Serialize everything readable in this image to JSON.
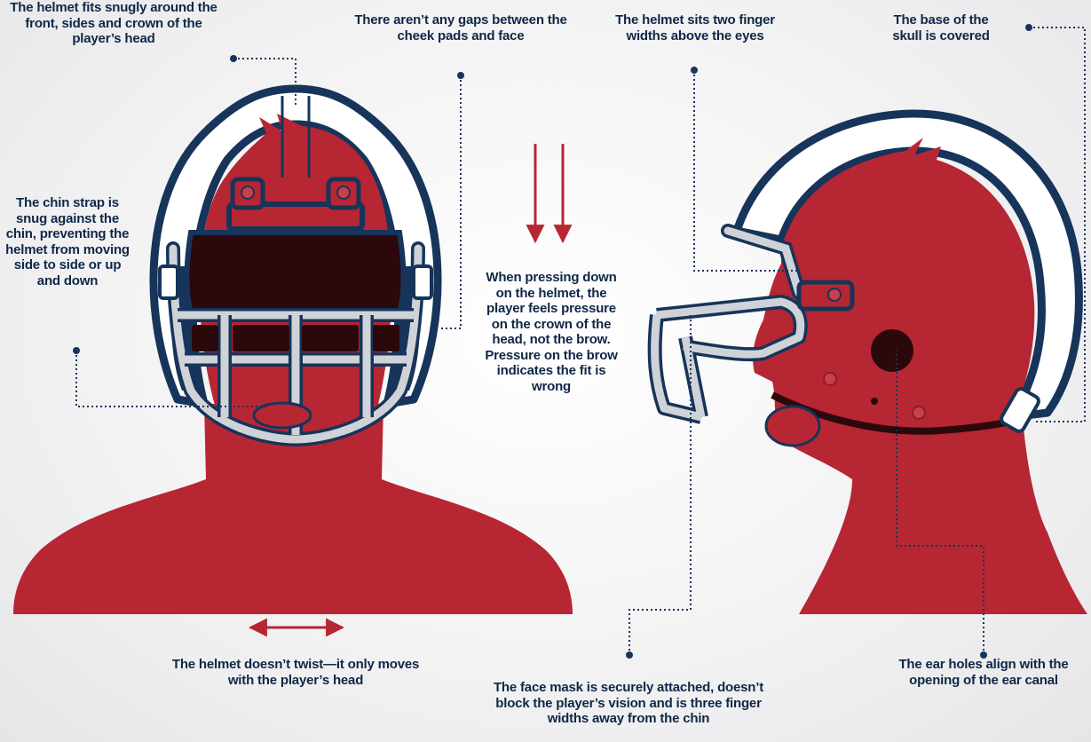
{
  "colors": {
    "head": "#b72633",
    "navy": "#17345a",
    "shell": "#ffffff",
    "mask": "#cfd3d8",
    "dark": "#2b080b",
    "text": "#0f2747"
  },
  "labels": {
    "fits_snugly": "The helmet fits snugly around the front, sides and crown of the player’s head",
    "no_gaps": "There aren’t any gaps between the cheek pads and face",
    "two_finger": "The helmet sits two finger widths above the eyes",
    "skull_base": "The base of the skull is covered",
    "chin_strap": "The chin strap is snug against the chin, preventing the helmet from moving side to side or up and down",
    "pressing": "When pressing down on the helmet, the player feels pressure on the crown of the head, not the brow. Pressure on the brow indicates the fit is wrong",
    "no_twist": "The helmet doesn’t twist—it only moves with the player’s head",
    "face_mask": "The face mask is securely attached, doesn’t block the player’s vision and is three finger widths away from the chin",
    "ear_holes": "The ear holes align with the opening of the ear canal"
  },
  "icons": [
    "down-arrow-icon",
    "double-arrow-icon",
    "helmet-front-illustration",
    "helmet-side-illustration"
  ]
}
